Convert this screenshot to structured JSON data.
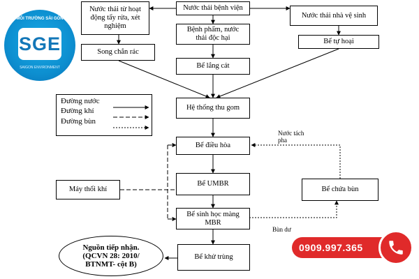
{
  "logo": {
    "text": "SGE",
    "top_text": "MÔI TRƯỜNG SÀI GÒN",
    "bottom_text": "SAIGON ENVIRONMENT"
  },
  "nodes": {
    "hospital": "Nước thải bệnh viện",
    "cleaning": "Nước thải từ hoạt\nđộng tẩy rửa, xét\nnghiệm",
    "toilet": "Nước thải nhà vệ sinh",
    "screen": "Song chắn rác",
    "specimen": "Bệnh phẩm, nước\nthải độc hại",
    "septic": "Bể tự hoại",
    "sand": "Bể lắng cát",
    "collect": "Hệ thống thu gom",
    "equal": "Bể điều hòa",
    "umbr": "Bể UMBR",
    "mbr": "Bể sinh học màng\nMBR",
    "sludge": "Bể chứa bùn",
    "blower": "Máy thổi khí",
    "disinfect": "Bể khử trùng"
  },
  "legend": {
    "water": "Đường nước",
    "air": "Đường khí",
    "sludge": "Đường bùn"
  },
  "notes": {
    "separated": "Nước tách\npha",
    "excess_sludge": "Bùn dư"
  },
  "receiver": "Nguồn tiếp nhận.\n(QCVN 28: 2010/\nBTNMT- cột B)",
  "contact": {
    "phone": "0909.997.365",
    "icon": "phone-icon",
    "color": "#e02a2a"
  }
}
